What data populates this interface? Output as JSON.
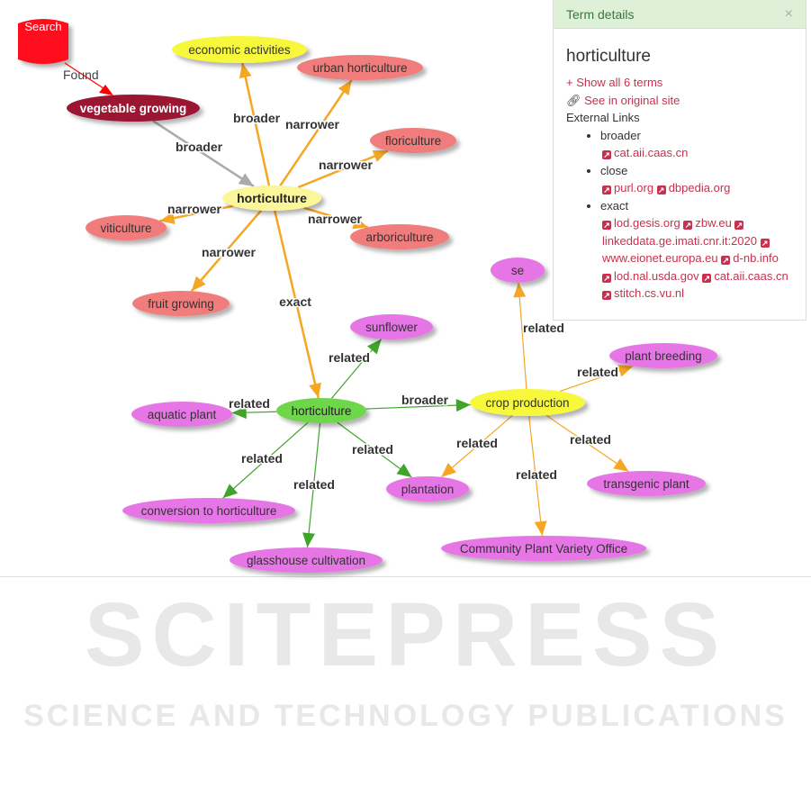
{
  "watermark": {
    "line1": "SCITEPRESS",
    "line2": "SCIENCE AND TECHNOLOGY PUBLICATIONS"
  },
  "search_node": {
    "label": "Search",
    "found_label": "Found"
  },
  "colors": {
    "narrower": "#f5a623",
    "broader": "#aaaaaa",
    "related_green": "#3ea52a",
    "related_orange": "#f5a623",
    "found": "#ff0000"
  },
  "nodes": [
    {
      "id": "veg",
      "label": "vegetable growing",
      "fill": "#9b1530",
      "text": "#ffffff"
    },
    {
      "id": "econ",
      "label": "economic activities",
      "fill": "#f7f73a",
      "text": "#333333"
    },
    {
      "id": "urban",
      "label": "urban horticulture",
      "fill": "#f07c7c",
      "text": "#333333"
    },
    {
      "id": "flor",
      "label": "floriculture",
      "fill": "#f07c7c",
      "text": "#333333"
    },
    {
      "id": "hort1",
      "label": "horticulture",
      "fill": "#fbf69a",
      "text": "#222222",
      "bold": true
    },
    {
      "id": "viti",
      "label": "viticulture",
      "fill": "#f07c7c",
      "text": "#333333"
    },
    {
      "id": "arbo",
      "label": "arboriculture",
      "fill": "#f07c7c",
      "text": "#333333"
    },
    {
      "id": "fruit",
      "label": "fruit growing",
      "fill": "#f07c7c",
      "text": "#333333"
    },
    {
      "id": "sunf",
      "label": "sunflower",
      "fill": "#e676e6",
      "text": "#333333"
    },
    {
      "id": "aqua",
      "label": "aquatic plant",
      "fill": "#e676e6",
      "text": "#333333"
    },
    {
      "id": "hort2",
      "label": "horticulture",
      "fill": "#6ed64a",
      "text": "#222222"
    },
    {
      "id": "crop",
      "label": "crop production",
      "fill": "#f7f73a",
      "text": "#333333"
    },
    {
      "id": "breed",
      "label": "plant breeding",
      "fill": "#e676e6",
      "text": "#333333"
    },
    {
      "id": "plant",
      "label": "plantation",
      "fill": "#e676e6",
      "text": "#333333"
    },
    {
      "id": "trans",
      "label": "transgenic plant",
      "fill": "#e676e6",
      "text": "#333333"
    },
    {
      "id": "conv",
      "label": "conversion to horticulture",
      "fill": "#e676e6",
      "text": "#333333"
    },
    {
      "id": "glass",
      "label": "glasshouse cultivation",
      "fill": "#e676e6",
      "text": "#333333"
    },
    {
      "id": "cpvo",
      "label": "Community Plant Variety Office",
      "fill": "#e676e6",
      "text": "#333333"
    },
    {
      "id": "se",
      "label": "se",
      "fill": "#e676e6",
      "text": "#333333"
    }
  ],
  "edges": [
    {
      "from": "veg",
      "to": "hort1",
      "label": "broader",
      "color": "#aaaaaa"
    },
    {
      "from": "hort1",
      "to": "econ",
      "label": "broader",
      "color": "#f5a623"
    },
    {
      "from": "hort1",
      "to": "urban",
      "label": "narrower",
      "color": "#f5a623"
    },
    {
      "from": "hort1",
      "to": "flor",
      "label": "narrower",
      "color": "#f5a623"
    },
    {
      "from": "hort1",
      "to": "viti",
      "label": "narrower",
      "color": "#f5a623"
    },
    {
      "from": "hort1",
      "to": "arbo",
      "label": "narrower",
      "color": "#f5a623"
    },
    {
      "from": "hort1",
      "to": "fruit",
      "label": "narrower",
      "color": "#f5a623"
    },
    {
      "from": "hort1",
      "to": "hort2",
      "label": "exact",
      "color": "#f5a623"
    },
    {
      "from": "hort2",
      "to": "sunf",
      "label": "related",
      "color": "#3ea52a"
    },
    {
      "from": "hort2",
      "to": "aqua",
      "label": "related",
      "color": "#3ea52a"
    },
    {
      "from": "hort2",
      "to": "crop",
      "label": "broader",
      "color": "#3ea52a"
    },
    {
      "from": "hort2",
      "to": "plant",
      "label": "related",
      "color": "#3ea52a"
    },
    {
      "from": "hort2",
      "to": "conv",
      "label": "related",
      "color": "#3ea52a"
    },
    {
      "from": "hort2",
      "to": "glass",
      "label": "related",
      "color": "#3ea52a"
    },
    {
      "from": "crop",
      "to": "se",
      "label": "related",
      "color": "#f5a623"
    },
    {
      "from": "crop",
      "to": "breed",
      "label": "related",
      "color": "#f5a623"
    },
    {
      "from": "crop",
      "to": "plant",
      "label": "related",
      "color": "#f5a623"
    },
    {
      "from": "crop",
      "to": "cpvo",
      "label": "related",
      "color": "#f5a623"
    },
    {
      "from": "crop",
      "to": "trans",
      "label": "related",
      "color": "#f5a623"
    }
  ],
  "panel": {
    "header": "Term details",
    "close": "×",
    "term": "horticulture",
    "show_all": "+ Show all 6 terms",
    "original_site": "See in original site",
    "external_links_label": "External Links",
    "groups": [
      {
        "name": "broader",
        "links": [
          "cat.aii.caas.cn"
        ]
      },
      {
        "name": "close",
        "links": [
          "purl.org",
          "dbpedia.org"
        ]
      },
      {
        "name": "exact",
        "links": [
          "lod.gesis.org",
          "zbw.eu",
          "linkeddata.ge.imati.cnr.it:2020",
          "www.eionet.europa.eu",
          "d-nb.info",
          "lod.nal.usda.gov",
          "cat.aii.caas.cn",
          "stitch.cs.vu.nl"
        ]
      }
    ]
  }
}
